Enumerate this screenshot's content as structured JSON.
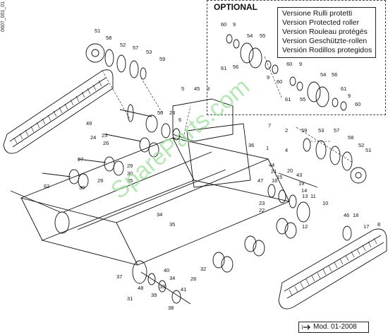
{
  "doc_code": "0607_001_01",
  "optional": {
    "title": "OPTIONAL",
    "legend": [
      "Versione Rulli protetti",
      "Version Protected roller",
      "Version Rouleau protégés",
      "Version Geschützte-rollen",
      "Versión Rodillos protegidos"
    ]
  },
  "footer": {
    "mod_label": "Mod. 01-2008"
  },
  "watermark": "SpareParts.com",
  "callouts": [
    "60",
    "9",
    "54",
    "55",
    "56",
    "61",
    "9",
    "60",
    "60",
    "9",
    "54",
    "56",
    "61",
    "9",
    "60",
    "61",
    "55",
    "51",
    "58",
    "52",
    "57",
    "53",
    "59",
    "5",
    "45",
    "3",
    "50",
    "28",
    "6",
    "49",
    "24",
    "25",
    "26",
    "27",
    "29",
    "30",
    "7",
    "2",
    "36",
    "1",
    "4",
    "44",
    "21",
    "15",
    "20",
    "43",
    "19",
    "14",
    "47",
    "16",
    "13",
    "11",
    "12",
    "10",
    "23",
    "22",
    "59",
    "53",
    "57",
    "58",
    "52",
    "51",
    "46",
    "18",
    "17",
    "8",
    "62",
    "34",
    "35",
    "37",
    "48",
    "39",
    "33",
    "34",
    "40",
    "41",
    "38",
    "31",
    "32",
    "26",
    "29",
    "30",
    "35"
  ],
  "colors": {
    "line": "#111111",
    "watermark": "#8fdc8f"
  }
}
